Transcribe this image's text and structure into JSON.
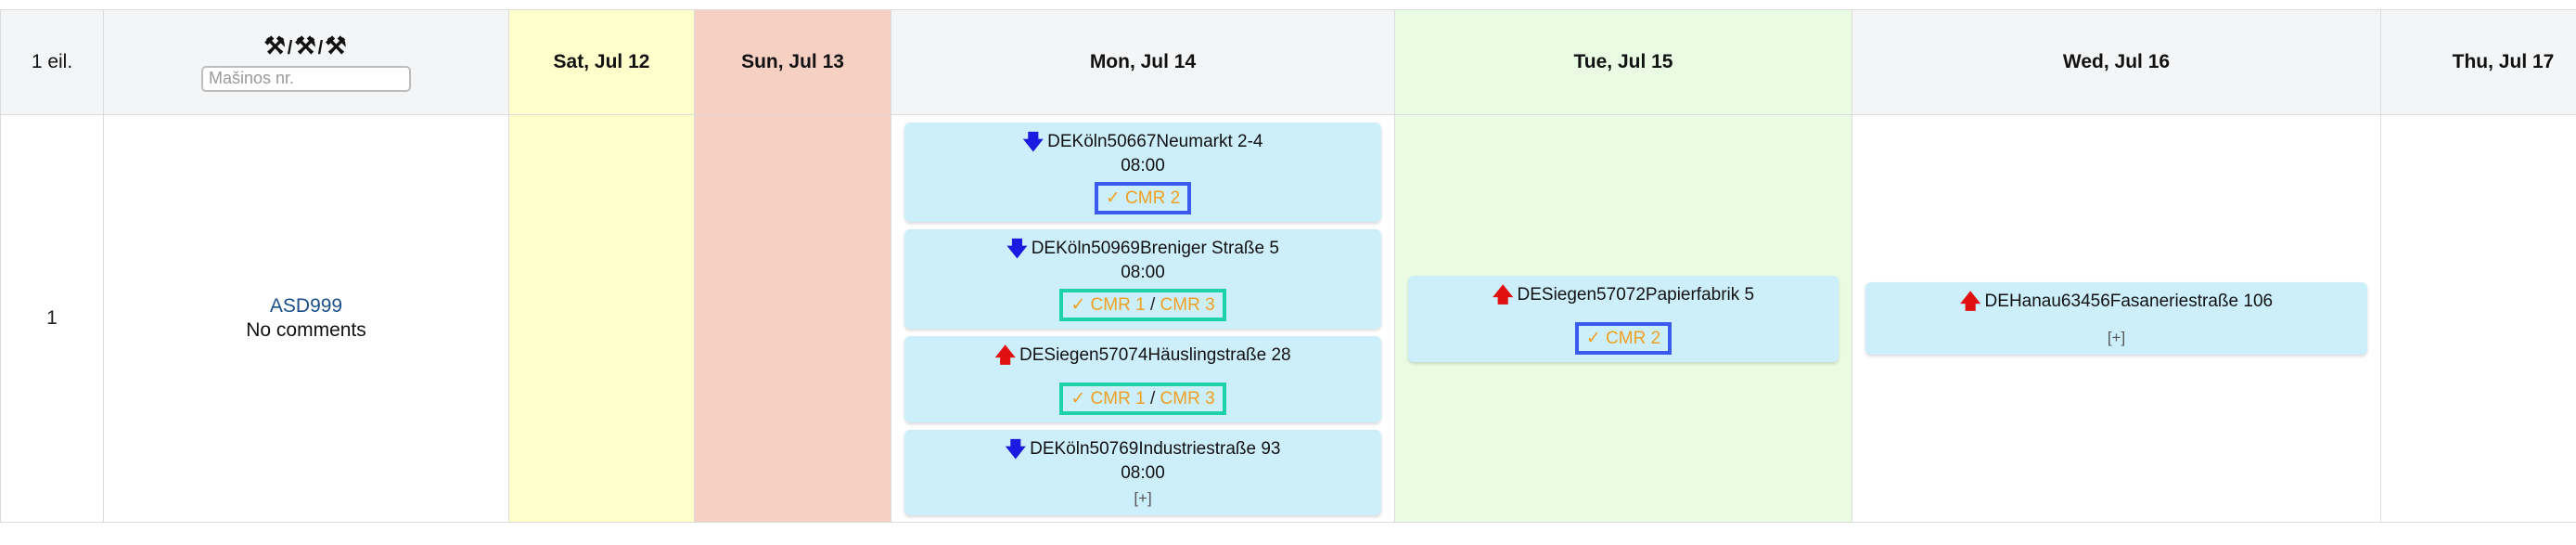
{
  "header": {
    "row_label": "1 eil.",
    "icons": [
      "wrench-icon",
      "wrench-icon",
      "wrench-icon"
    ],
    "icon_separator": "/",
    "machine_placeholder": "Mašinos nr.",
    "days": [
      "Sat, Jul 12",
      "Sun, Jul 13",
      "Mon, Jul 14",
      "Tue, Jul 15",
      "Wed, Jul 16",
      "Thu, Jul 17"
    ]
  },
  "row": {
    "number": "1",
    "machine": "ASD999",
    "comment": "No comments"
  },
  "cards": {
    "mon": [
      {
        "direction": "down",
        "address": "DEKöln50667Neumarkt 2-4",
        "time": "08:00",
        "cmr": [
          "✓ CMR 2"
        ],
        "box": "blue"
      },
      {
        "direction": "down",
        "address": "DEKöln50969Breniger Straße 5",
        "time": "08:00",
        "cmr": [
          "✓ CMR 1",
          "CMR 3"
        ],
        "box": "teal"
      },
      {
        "direction": "up",
        "address": "DESiegen57074Häuslingstraße 28",
        "time": "",
        "cmr": [
          "✓ CMR 1",
          "CMR 3"
        ],
        "box": "teal"
      },
      {
        "direction": "down",
        "address": "DEKöln50769Industriestraße 93",
        "time": "08:00",
        "add": "[+]"
      }
    ],
    "tue": [
      {
        "direction": "up",
        "address": "DESiegen57072Papierfabrik 5",
        "cmr": [
          "✓ CMR 2"
        ],
        "box": "blue"
      }
    ],
    "wed": [
      {
        "direction": "up",
        "address": "DEHanau63456Fasaneriestraße 106",
        "add": "[+]"
      }
    ]
  },
  "glyphs": {
    "down_arrow": "🡇",
    "up_arrow": "🡅",
    "wrench": "⚒",
    "slash": " / "
  }
}
